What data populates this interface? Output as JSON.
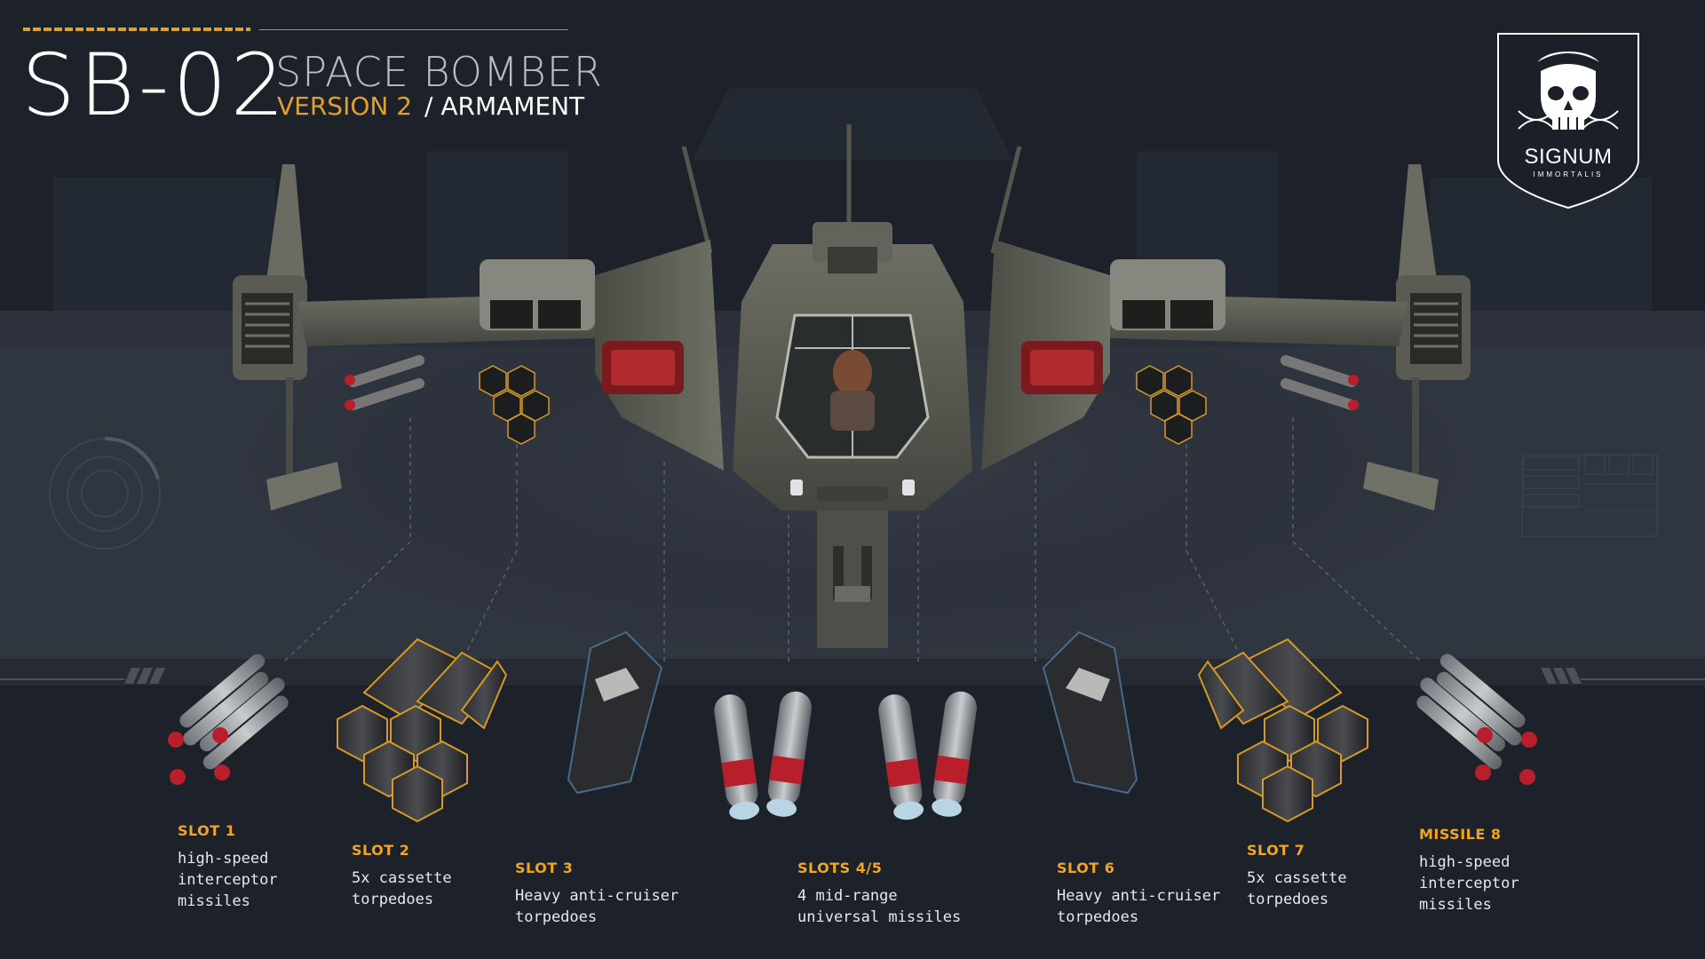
{
  "header": {
    "model": "SB-02",
    "class_name": "SPACE BOMBER",
    "version": "VERSION 2",
    "section": "/ ARMAMENT"
  },
  "logo": {
    "name": "SIGNUM",
    "tagline": "IMMORTALIS",
    "icon": "skull-dna-shield-icon"
  },
  "slots": [
    {
      "label": "SLOT 1",
      "description": "high-speed\ninterceptor\nmissiles"
    },
    {
      "label": "SLOT 2",
      "description": "5x cassette\ntorpedoes"
    },
    {
      "label": "SLOT 3",
      "description": "Heavy anti-cruiser\ntorpedoes"
    },
    {
      "label": "SLOTS 4/5",
      "description": "4 mid-range\nuniversal missiles"
    },
    {
      "label": "SLOT 6",
      "description": "Heavy anti-cruiser\ntorpedoes"
    },
    {
      "label": "SLOT 7",
      "description": "5x cassette\ntorpedoes"
    },
    {
      "label": "MISSILE 8",
      "description": "high-speed\ninterceptor\nmissiles"
    }
  ],
  "colors": {
    "background": "#1d212a",
    "accent": "#f0a526",
    "hull": "#5d5f55",
    "warhead": "#b81f2a"
  }
}
